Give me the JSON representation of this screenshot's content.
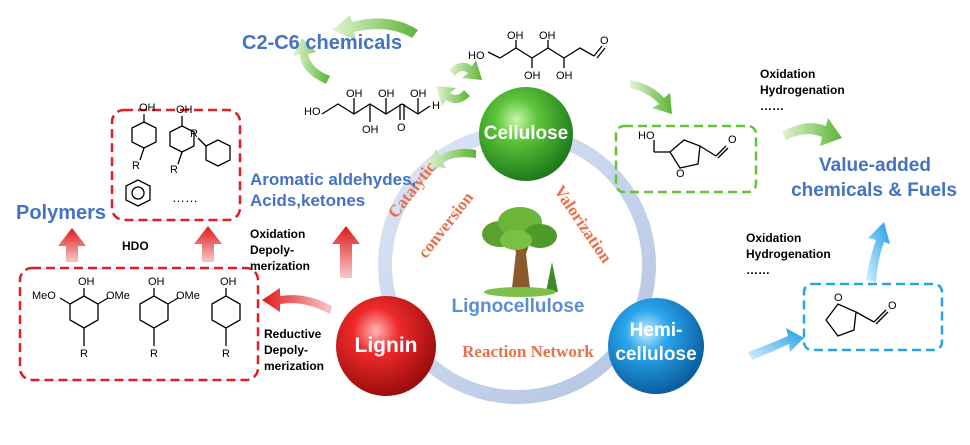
{
  "center": {
    "title": "Lignocellulose",
    "subtitle": "Reaction Network",
    "left_arc": [
      "Catalytic",
      "conversion"
    ],
    "right_arc": "Valorization"
  },
  "nodes": {
    "cellulose": "Cellulose",
    "lignin": "Lignin",
    "hemicellulose": [
      "Hemi-",
      "cellulose"
    ]
  },
  "products": {
    "c2c6": "C2-C6 chemicals",
    "aromatic": [
      "Aromatic aldehydes,",
      "Acids,ketones"
    ],
    "polymers": "Polymers",
    "value_added": [
      "Value-added",
      "chemicals & Fuels"
    ]
  },
  "process_labels": {
    "hdo": "HDO",
    "oxidation_depoly": [
      "Oxidation",
      "Depoly-",
      "merization"
    ],
    "reductive_depoly": [
      "Reductive",
      "Depoly-",
      "merization"
    ],
    "ox_hyd_top": [
      "Oxidation",
      "Hydrogenation",
      "……"
    ],
    "ox_hyd_bottom": [
      "Oxidation",
      "Hydrogenation",
      "……"
    ]
  },
  "structure_labels": {
    "oh": "OH",
    "o": "O",
    "h": "H",
    "ho": "HO",
    "meo": "MeO",
    "ome": "OMe",
    "r": "R",
    "dots": "……"
  },
  "colors": {
    "cellulose_sphere": "#2e9e2a",
    "lignin_sphere": "#d81e1e",
    "hemicellulose_sphere": "#1a8fd6",
    "red_accent": "#e02020",
    "green_accent": "#66c23a",
    "blue_accent": "#29a3e6",
    "arc_text": "#e8704a",
    "title_blue": "#4472c4",
    "center_title": "#5b8ed6"
  }
}
